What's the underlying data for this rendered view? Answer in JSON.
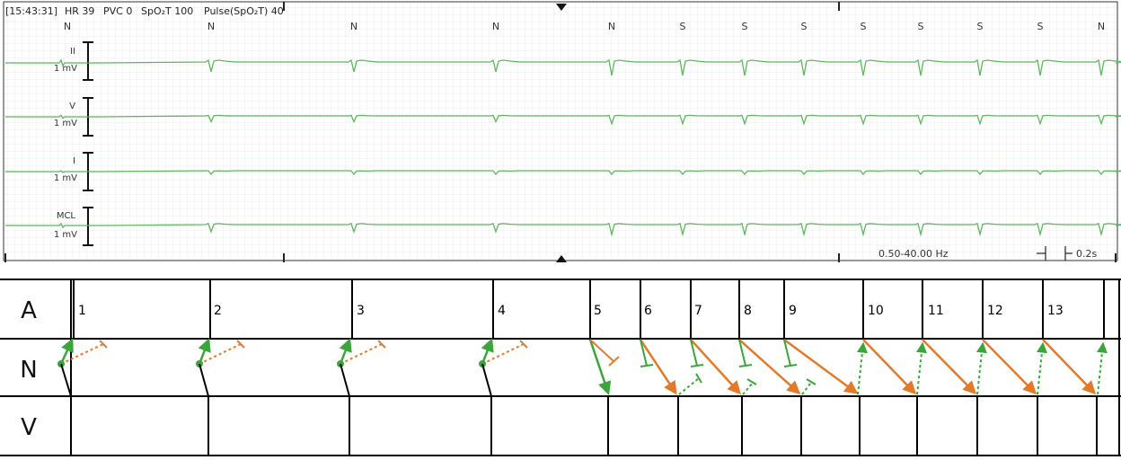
{
  "status_bar": {
    "time": "[15:43:31]",
    "hr": "HR 39",
    "pvc": "PVC 0",
    "spo2": "SpO₂T 100",
    "pulse": "Pulse(SpO₂T) 40"
  },
  "beat_labels": [
    "N",
    "N",
    "N",
    "N",
    "N",
    "S",
    "S",
    "S",
    "S",
    "S",
    "S",
    "S",
    "N"
  ],
  "leads": [
    {
      "label": "II",
      "cal": "1 mV"
    },
    {
      "label": "V",
      "cal": "1 mV"
    },
    {
      "label": "I",
      "cal": "1 mV"
    },
    {
      "label": "MCL",
      "cal": "1 mV"
    }
  ],
  "filter_text": "0.50-40.00 Hz",
  "scale_text": "0.2s",
  "ladder": {
    "rows": [
      "A",
      "N",
      "V"
    ],
    "beat_numbers": [
      "1",
      "2",
      "3",
      "4",
      "5",
      "6",
      "7",
      "8",
      "9",
      "10",
      "11",
      "12",
      "13"
    ]
  },
  "colors": {
    "ecg_trace": "#5cb85c",
    "grid_line": "#ebebeb",
    "conduction_green": "#3aa63a",
    "conduction_orange": "#e37a2a",
    "ladder_line": "#000000"
  }
}
